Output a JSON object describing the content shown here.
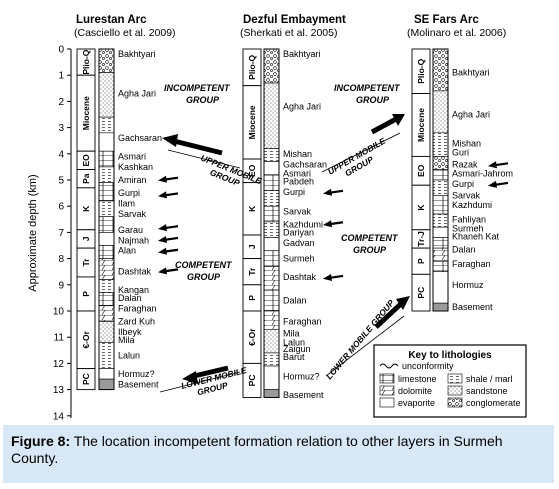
{
  "axis": {
    "label": "Approximate depth (km)",
    "ticks": [
      "0",
      "1",
      "2",
      "3",
      "4",
      "5",
      "6",
      "7",
      "8",
      "9",
      "10",
      "11",
      "12",
      "13",
      "14"
    ]
  },
  "columns": [
    {
      "name": "Lurestan Arc",
      "source": "(Casciello et al. 2009)",
      "periods": [
        {
          "label": "Plio-Q",
          "from": 0,
          "to": 1.0
        },
        {
          "label": "Miocene",
          "from": 1.0,
          "to": 3.9
        },
        {
          "label": "EO",
          "from": 3.9,
          "to": 4.6
        },
        {
          "label": "Pa",
          "from": 4.6,
          "to": 5.3
        },
        {
          "label": "K",
          "from": 5.3,
          "to": 6.9
        },
        {
          "label": "J",
          "from": 6.9,
          "to": 7.6
        },
        {
          "label": "Tr",
          "from": 7.6,
          "to": 8.7
        },
        {
          "label": "P",
          "from": 8.7,
          "to": 10.0
        },
        {
          "label": "€-Or",
          "from": 10.0,
          "to": 12.2
        },
        {
          "label": "PC",
          "from": 12.2,
          "to": 13.0
        }
      ],
      "lith": [
        {
          "t": "conglomerate",
          "from": 0,
          "to": 0.9
        },
        {
          "t": "sandstone",
          "from": 0.9,
          "to": 2.6
        },
        {
          "t": "shale",
          "from": 2.6,
          "to": 3.2
        },
        {
          "t": "evaporite",
          "from": 3.2,
          "to": 3.9
        },
        {
          "t": "limestone",
          "from": 3.9,
          "to": 4.5
        },
        {
          "t": "shale",
          "from": 4.5,
          "to": 5.1
        },
        {
          "t": "limestone",
          "from": 5.1,
          "to": 5.8
        },
        {
          "t": "shale",
          "from": 5.8,
          "to": 6.4
        },
        {
          "t": "limestone",
          "from": 6.4,
          "to": 7.0
        },
        {
          "t": "evaporite",
          "from": 7.0,
          "to": 7.5
        },
        {
          "t": "limestone",
          "from": 7.5,
          "to": 8.0
        },
        {
          "t": "dolomite",
          "from": 8.0,
          "to": 8.8
        },
        {
          "t": "shale",
          "from": 8.8,
          "to": 9.3
        },
        {
          "t": "limestone",
          "from": 9.3,
          "to": 9.8
        },
        {
          "t": "dolomite",
          "from": 9.8,
          "to": 10.4
        },
        {
          "t": "sandstone",
          "from": 10.4,
          "to": 11.2
        },
        {
          "t": "shale",
          "from": 11.2,
          "to": 12.2
        },
        {
          "t": "evaporite",
          "from": 12.2,
          "to": 12.6
        },
        {
          "t": "basement",
          "from": 12.6,
          "to": 13.0
        }
      ],
      "formations": [
        {
          "name": "Bakhtyari",
          "d": 0.2
        },
        {
          "name": "Agha Jari",
          "d": 1.7
        },
        {
          "name": "Gachsaran",
          "d": 3.4
        },
        {
          "name": "Asmari",
          "d": 4.1
        },
        {
          "name": "Kashkan",
          "d": 4.5
        },
        {
          "name": "Amiran",
          "d": 5.0
        },
        {
          "name": "Gurpi",
          "d": 5.5
        },
        {
          "name": "Ilam",
          "d": 5.9
        },
        {
          "name": "Sarvak",
          "d": 6.3
        },
        {
          "name": "Garau",
          "d": 6.9
        },
        {
          "name": "Najmah",
          "d": 7.3
        },
        {
          "name": "Alan",
          "d": 7.7
        },
        {
          "name": "Dashtak",
          "d": 8.5
        },
        {
          "name": "Kangan",
          "d": 9.2
        },
        {
          "name": "Dalan",
          "d": 9.5
        },
        {
          "name": "Faraghan",
          "d": 9.9
        },
        {
          "name": "Zard Kuh",
          "d": 10.4
        },
        {
          "name": "Ilbeyk",
          "d": 10.8
        },
        {
          "name": "Mila",
          "d": 11.1
        },
        {
          "name": "Lalun",
          "d": 11.7
        },
        {
          "name": "Hormuz?",
          "d": 12.4
        },
        {
          "name": "Basement",
          "d": 12.8
        }
      ],
      "arrows": [
        4.95,
        5.55,
        6.8,
        7.25,
        7.7,
        8.45
      ]
    },
    {
      "name": "Dezful Embayment",
      "source": "(Sherkati et al. 2005)",
      "periods": [
        {
          "label": "Plio-Q",
          "from": 0,
          "to": 1.4
        },
        {
          "label": "Miocene",
          "from": 1.4,
          "to": 4.2
        },
        {
          "label": "EO",
          "from": 4.2,
          "to": 5.1
        },
        {
          "label": "K",
          "from": 5.1,
          "to": 7.1
        },
        {
          "label": "J",
          "from": 7.1,
          "to": 8.0
        },
        {
          "label": "Tr",
          "from": 8.0,
          "to": 9.0
        },
        {
          "label": "P",
          "from": 9.0,
          "to": 10.0
        },
        {
          "label": "€-Or",
          "from": 10.0,
          "to": 12.0
        },
        {
          "label": "PC",
          "from": 12.0,
          "to": 13.3
        }
      ],
      "lith": [
        {
          "t": "conglomerate",
          "from": 0,
          "to": 1.3
        },
        {
          "t": "sandstone",
          "from": 1.3,
          "to": 3.8
        },
        {
          "t": "shale",
          "from": 3.8,
          "to": 4.3
        },
        {
          "t": "evaporite",
          "from": 4.3,
          "to": 4.8
        },
        {
          "t": "limestone",
          "from": 4.8,
          "to": 5.4
        },
        {
          "t": "shale",
          "from": 5.4,
          "to": 6.0
        },
        {
          "t": "limestone",
          "from": 6.0,
          "to": 6.6
        },
        {
          "t": "shale",
          "from": 6.6,
          "to": 7.2
        },
        {
          "t": "evaporite",
          "from": 7.2,
          "to": 7.7
        },
        {
          "t": "limestone",
          "from": 7.7,
          "to": 8.3
        },
        {
          "t": "dolomite",
          "from": 8.3,
          "to": 9.2
        },
        {
          "t": "limestone",
          "from": 9.2,
          "to": 10.0
        },
        {
          "t": "dolomite",
          "from": 10.0,
          "to": 10.7
        },
        {
          "t": "sandstone",
          "from": 10.7,
          "to": 11.6
        },
        {
          "t": "shale",
          "from": 11.6,
          "to": 12.1
        },
        {
          "t": "evaporite",
          "from": 12.1,
          "to": 13.0
        },
        {
          "t": "basement",
          "from": 13.0,
          "to": 13.3
        }
      ],
      "formations": [
        {
          "name": "Bakhtyari",
          "d": 0.2
        },
        {
          "name": "Agha Jari",
          "d": 2.2
        },
        {
          "name": "Mishan",
          "d": 4.0
        },
        {
          "name": "Gachsaran",
          "d": 4.4
        },
        {
          "name": "Asmari",
          "d": 4.75
        },
        {
          "name": "Pabdeh",
          "d": 5.05
        },
        {
          "name": "Gurpi",
          "d": 5.45
        },
        {
          "name": "Sarvak",
          "d": 6.2
        },
        {
          "name": "Kazhdumi",
          "d": 6.7
        },
        {
          "name": "Dariyan",
          "d": 7.0
        },
        {
          "name": "Gadvan",
          "d": 7.4
        },
        {
          "name": "Surmeh",
          "d": 8.0
        },
        {
          "name": "Dashtak",
          "d": 8.7
        },
        {
          "name": "Dalan",
          "d": 9.6
        },
        {
          "name": "Faraghan",
          "d": 10.4
        },
        {
          "name": "Mila",
          "d": 10.85
        },
        {
          "name": "Lalun",
          "d": 11.2
        },
        {
          "name": "Zaigun",
          "d": 11.45
        },
        {
          "name": "Barut",
          "d": 11.75
        },
        {
          "name": "Hormuz?",
          "d": 12.5
        },
        {
          "name": "Basement",
          "d": 13.2
        }
      ],
      "arrows": [
        5.45,
        6.65,
        8.7
      ]
    },
    {
      "name": "SE Fars Arc",
      "source": "(Molinaro et al. 2006)",
      "periods": [
        {
          "label": "Plio-Q",
          "from": 0,
          "to": 1.7
        },
        {
          "label": "Miocene",
          "from": 1.7,
          "to": 4.1
        },
        {
          "label": "EO",
          "from": 4.1,
          "to": 5.2
        },
        {
          "label": "K",
          "from": 5.2,
          "to": 6.9
        },
        {
          "label": "Tr-J",
          "from": 6.9,
          "to": 7.6
        },
        {
          "label": "P",
          "from": 7.6,
          "to": 8.6
        },
        {
          "label": "PC",
          "from": 8.6,
          "to": 10.0
        }
      ],
      "lith": [
        {
          "t": "conglomerate",
          "from": 0,
          "to": 1.6
        },
        {
          "t": "sandstone",
          "from": 1.6,
          "to": 3.2
        },
        {
          "t": "shale",
          "from": 3.2,
          "to": 4.1
        },
        {
          "t": "conglomerate",
          "from": 4.1,
          "to": 4.6
        },
        {
          "t": "limestone",
          "from": 4.6,
          "to": 5.0
        },
        {
          "t": "shale",
          "from": 5.0,
          "to": 5.6
        },
        {
          "t": "limestone",
          "from": 5.6,
          "to": 6.3
        },
        {
          "t": "shale",
          "from": 6.3,
          "to": 6.8
        },
        {
          "t": "evaporite",
          "from": 6.8,
          "to": 7.2
        },
        {
          "t": "limestone",
          "from": 7.2,
          "to": 7.6
        },
        {
          "t": "dolomite",
          "from": 7.6,
          "to": 8.1
        },
        {
          "t": "limestone",
          "from": 8.1,
          "to": 8.5
        },
        {
          "t": "evaporite",
          "from": 8.5,
          "to": 9.7
        },
        {
          "t": "basement",
          "from": 9.7,
          "to": 10.0
        }
      ],
      "formations": [
        {
          "name": "Bakhtyari",
          "d": 0.9
        },
        {
          "name": "Agha Jari",
          "d": 2.5
        },
        {
          "name": "Mishan",
          "d": 3.6
        },
        {
          "name": "Guri",
          "d": 3.95
        },
        {
          "name": "Razak",
          "d": 4.4
        },
        {
          "name": "Asmari-Jahrom",
          "d": 4.75
        },
        {
          "name": "Gurpi",
          "d": 5.15
        },
        {
          "name": "Sarvak",
          "d": 5.6
        },
        {
          "name": "Kazhdumi",
          "d": 5.95
        },
        {
          "name": "Fahliyan",
          "d": 6.5
        },
        {
          "name": "Surmeh",
          "d": 6.85
        },
        {
          "name": "Khaneh Kat",
          "d": 7.15
        },
        {
          "name": "Dalan",
          "d": 7.65
        },
        {
          "name": "Faraghan",
          "d": 8.2
        },
        {
          "name": "Hormuz",
          "d": 9.0
        },
        {
          "name": "Basement",
          "d": 9.85
        }
      ],
      "arrows": [
        4.4,
        5.15
      ]
    }
  ],
  "annotations": {
    "incompetent": [
      "INCOMPETENT",
      "GROUP"
    ],
    "upper_mobile": [
      "UPPER MOBILE",
      "GROUP"
    ],
    "competent": [
      "COMPETENT",
      "GROUP"
    ],
    "lower_mobile": [
      "LOWER MOBILE",
      "GROUP"
    ],
    "lower_mobile_group": "LOWER MOBILE GROUP"
  },
  "legend": {
    "title": "Key to lithologies",
    "items": [
      {
        "key": "unconformity",
        "label": "unconformity"
      },
      {
        "key": "limestone",
        "label": "limestone"
      },
      {
        "key": "shale",
        "label": "shale / marl"
      },
      {
        "key": "dolomite",
        "label": "dolomite"
      },
      {
        "key": "sandstone",
        "label": "sandstone"
      },
      {
        "key": "evaporite",
        "label": "evaporite"
      },
      {
        "key": "conglomerate",
        "label": "conglomerate"
      }
    ]
  },
  "caption": {
    "label": "Figure 8:",
    "text": " The location incompetent formation relation to other layers in Surmeh County."
  }
}
